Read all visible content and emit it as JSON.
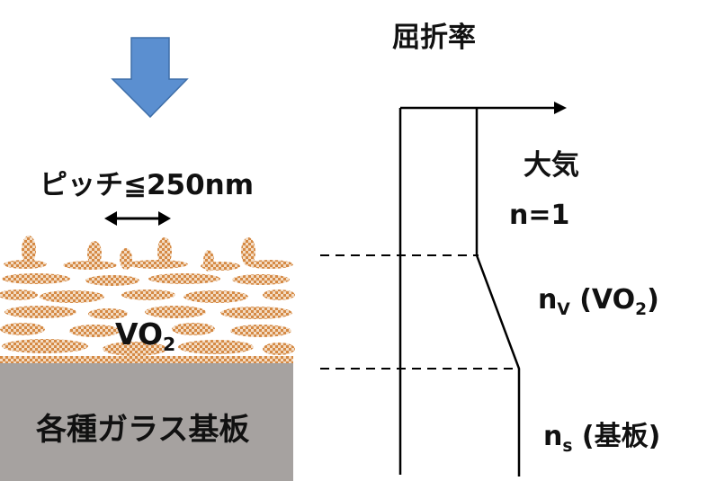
{
  "left_panel": {
    "pitch_label": "ピッチ≦250nm",
    "film_label_main": "VO",
    "film_label_sub": "2",
    "substrate_label": "各種ガラス基板"
  },
  "right_panel": {
    "title": "屈折率",
    "air_label": "大気",
    "n_air": "n=1",
    "n_vo2_main": "n",
    "n_vo2_sub": "V",
    "n_vo2_tail": " (VO",
    "n_vo2_tail_sub": "2",
    "n_vo2_end": ")",
    "n_sub_main": "n",
    "n_sub_sub": "s",
    "n_sub_tail": " (基板)"
  },
  "colors": {
    "arrow_fill": "#5b8fd0",
    "arrow_stroke": "#3e6ea8",
    "nanostructure": "#d58a45",
    "substrate": "#a6a2a0",
    "line": "#000000"
  },
  "icons": {
    "incident_light": "down-arrow-icon",
    "pitch": "double-headed-arrow-icon",
    "axis": "right-arrow-icon"
  }
}
